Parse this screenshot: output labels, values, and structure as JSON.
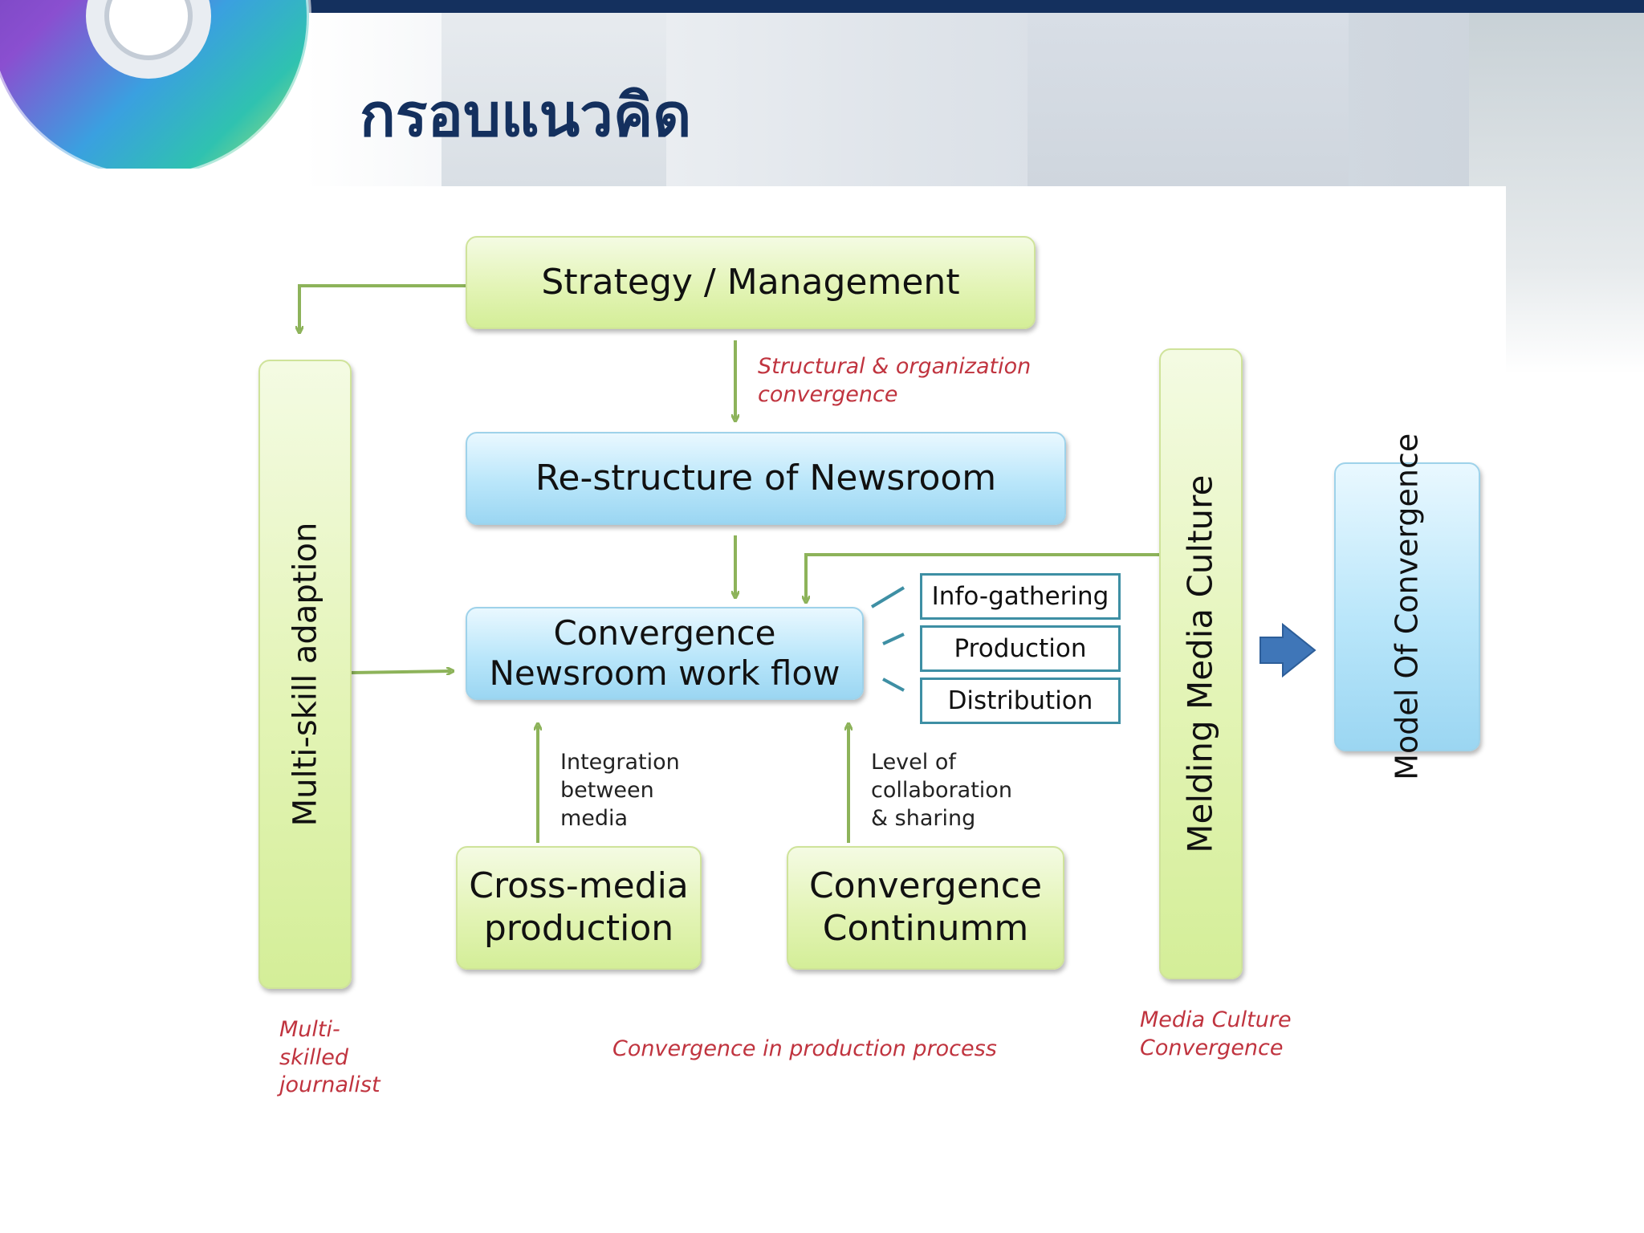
{
  "slide": {
    "title": "กรอบแนวคิด"
  },
  "diagram": {
    "strategy": "Strategy / Management",
    "restructure": "Re-structure of Newsroom",
    "workflow": "Convergence\nNewsroom work flow",
    "cross_media": "Cross-media\nproduction",
    "continuum": "Convergence\nContinumm",
    "multi_skill": "Multi-skill adaption",
    "melding": "Melding Media Culture",
    "model": "Model\nOf Convergence",
    "steps": [
      "Info-gathering",
      "Production",
      "Distribution"
    ],
    "notes": {
      "integration": "Integration\nbetween\nmedia",
      "collaboration": "Level of\ncollaboration\n& sharing"
    },
    "red_labels": {
      "structural": "Structural & organization\nconvergence",
      "journalist": "Multi-\nskilled\njournalist",
      "production_process": "Convergence in production process",
      "media_culture": "Media Culture\nConvergence"
    }
  },
  "colors": {
    "green_box": "#e3f4b6",
    "blue_box": "#b9e6fa",
    "connector": "#8db35a",
    "step_border": "#3e8fa4",
    "big_arrow": "#3f76b8",
    "red_text": "#c0343f",
    "title_color": "#14305e"
  }
}
